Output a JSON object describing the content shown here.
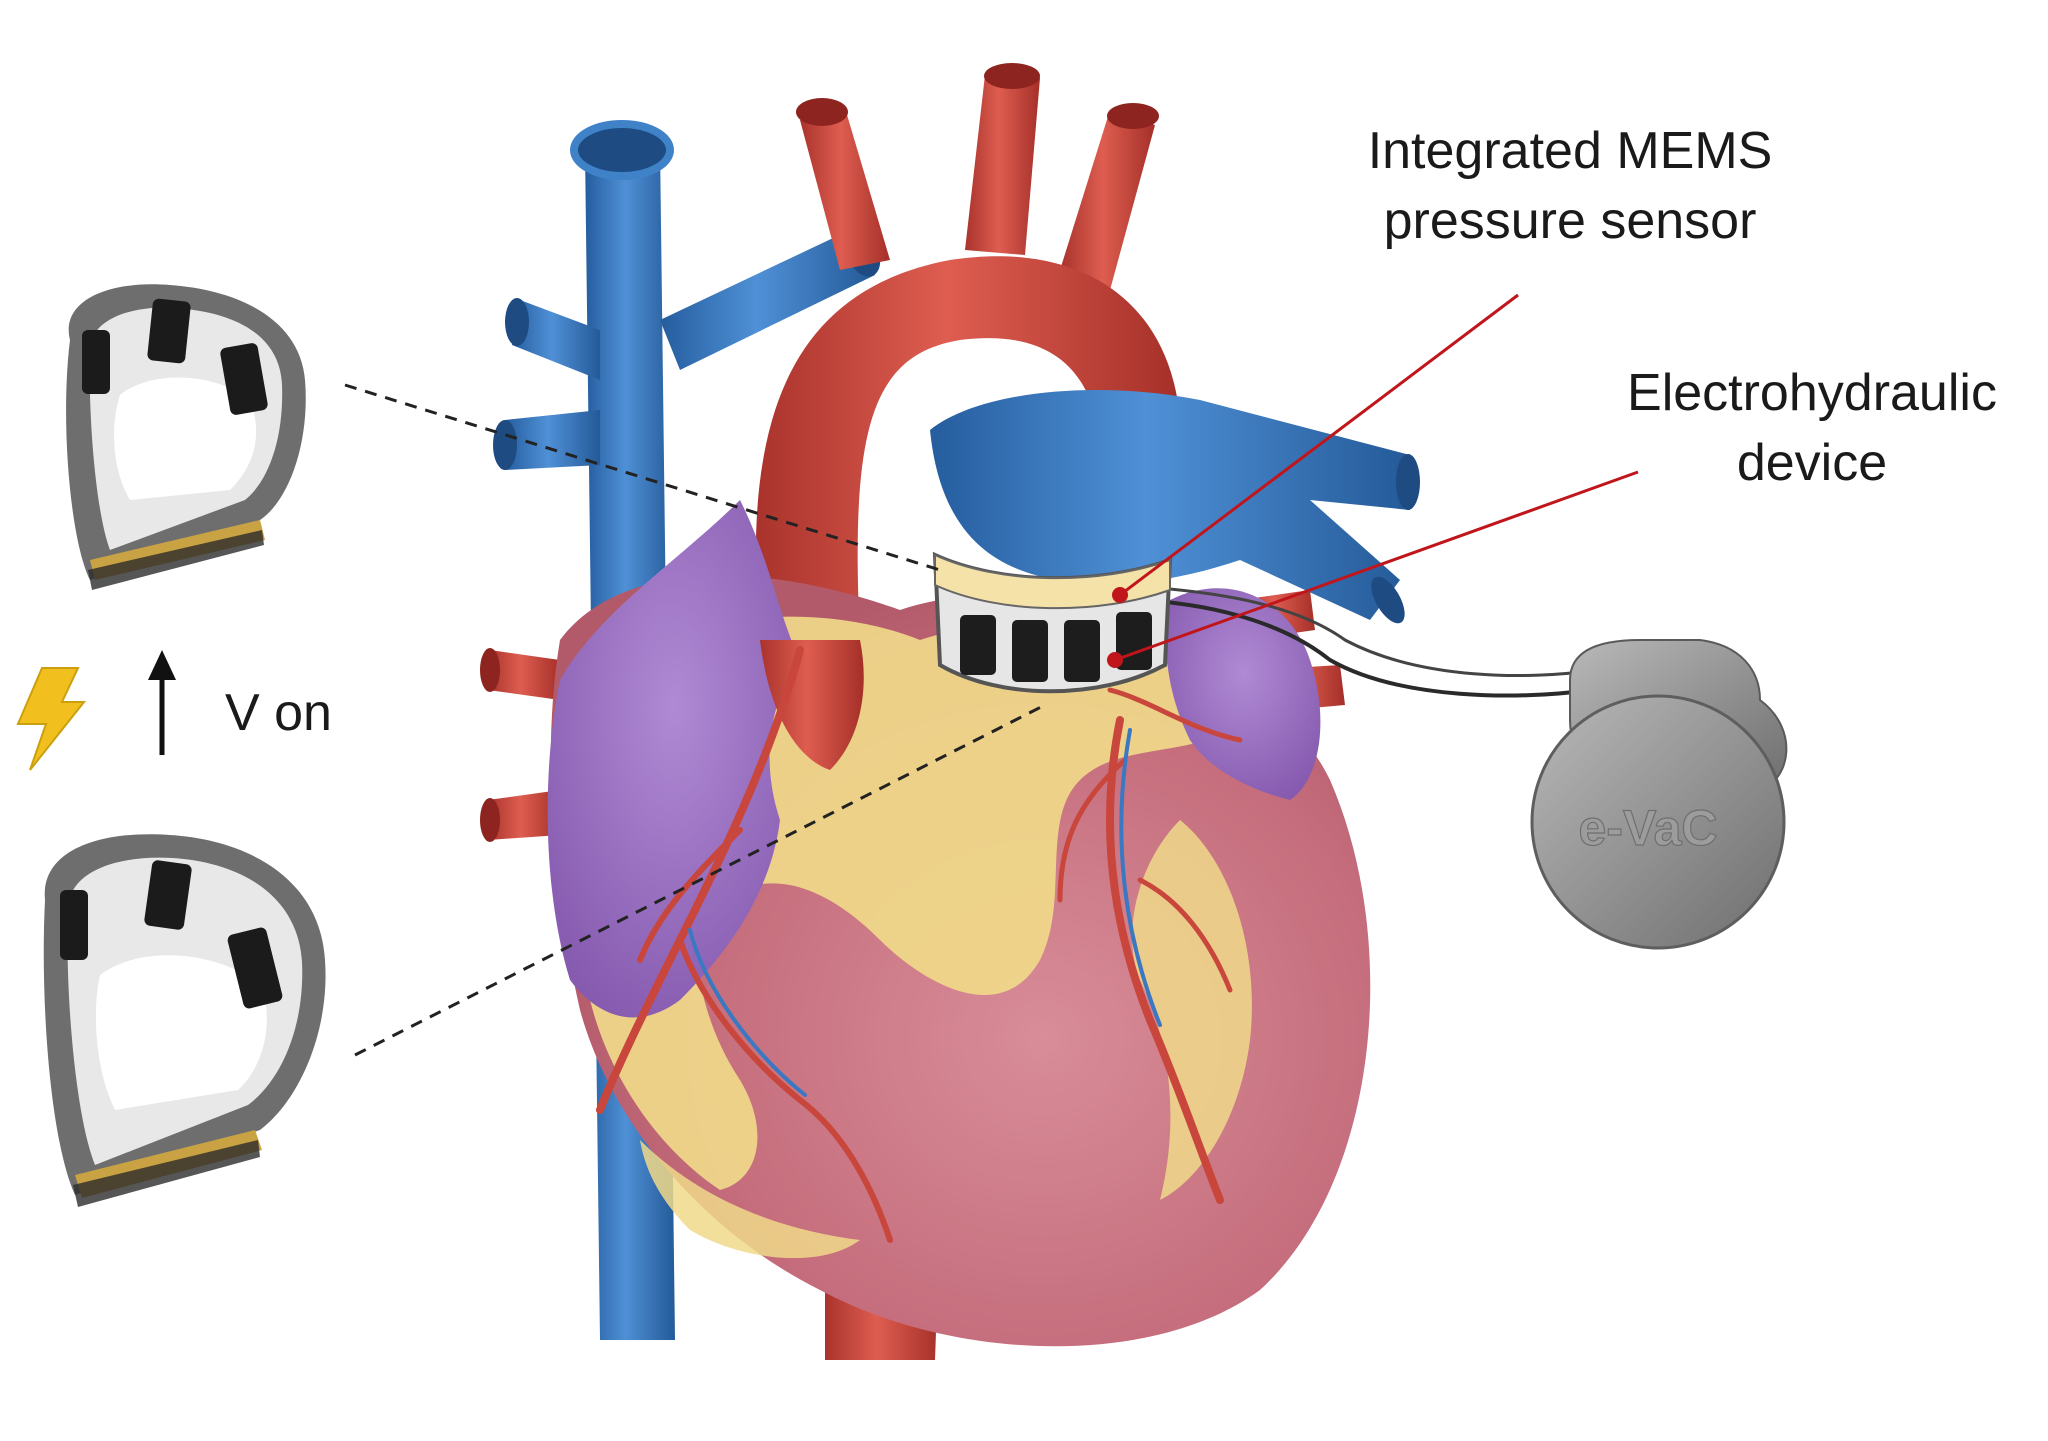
{
  "labels": {
    "sensor_line1": "Integrated MEMS",
    "sensor_line2": "pressure sensor",
    "device_line1": "Electrohydraulic",
    "device_line2": "device",
    "voltage": "V on",
    "pacer_brand": "e-VaC"
  },
  "colors": {
    "vein_blue": "#3a78c2",
    "artery_red": "#c9463c",
    "atrium_purple": "#9a6cc0",
    "fat_yellow": "#f0d98a",
    "myocardium_pink": "#c56d7c",
    "pointer_red": "#c0161b",
    "lightning": "#f2c01e",
    "pacer_gray": "#8f8f8f"
  },
  "icons": [
    "lightning-icon",
    "up-arrow-icon",
    "pacemaker-icon"
  ]
}
